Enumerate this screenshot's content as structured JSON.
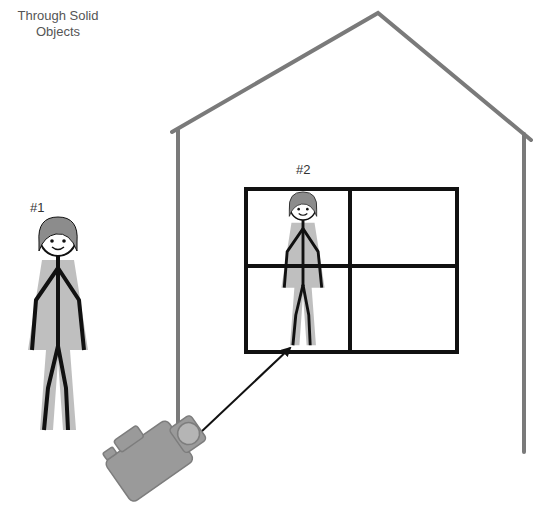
{
  "diagram": {
    "labels": [
      "Through Solid Objects",
      "#1",
      "#2"
    ]
  }
}
